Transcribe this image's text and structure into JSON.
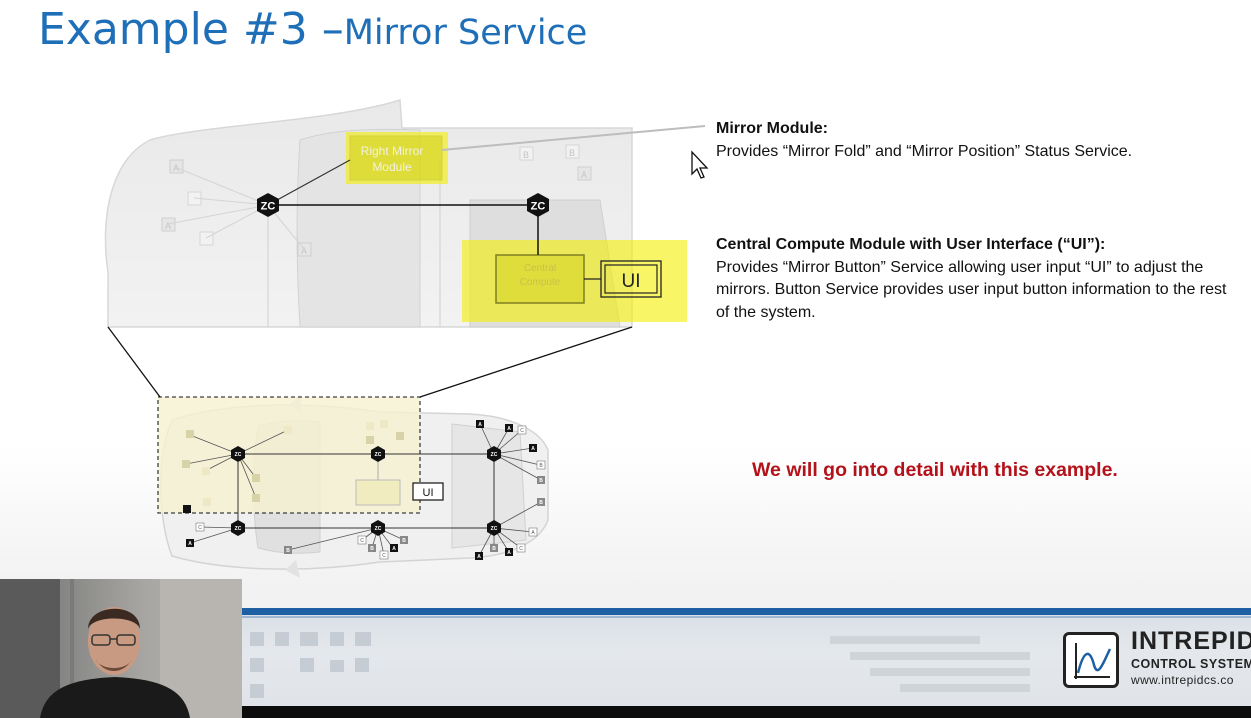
{
  "slide": {
    "title_main": "Example #3 –",
    "title_sub": "Mirror Service"
  },
  "diagram": {
    "right_mirror_label": "Right Mirror",
    "right_mirror_label2": "Module",
    "zc_label": "ZC",
    "central_compute_label": "Central",
    "central_compute_label2": "Compute",
    "ui_label": "UI",
    "small_ui_label": "UI",
    "ecu_labels": [
      "A",
      "B",
      "C"
    ]
  },
  "annotations": {
    "mirror_module": {
      "heading": "Mirror Module:",
      "body": "Provides “Mirror Fold” and “Mirror Position” Status Service."
    },
    "central_compute": {
      "heading": "Central Compute Module with User Interface (“UI”):",
      "body": "Provides “Mirror Button” Service allowing user input “UI” to adjust the mirrors. Button Service provides user input button information to the rest of the system."
    }
  },
  "highlight": "We will go into detail with this example.",
  "logo": {
    "name": "INTREPID",
    "subtitle": "CONTROL SYSTEM",
    "url": "www.intrepidcs.co"
  },
  "colors": {
    "title": "#1f6fb8",
    "highlight_text": "#b3121a",
    "yellow_highlight": "#f4f000",
    "stripe": "#1c5fa3"
  }
}
